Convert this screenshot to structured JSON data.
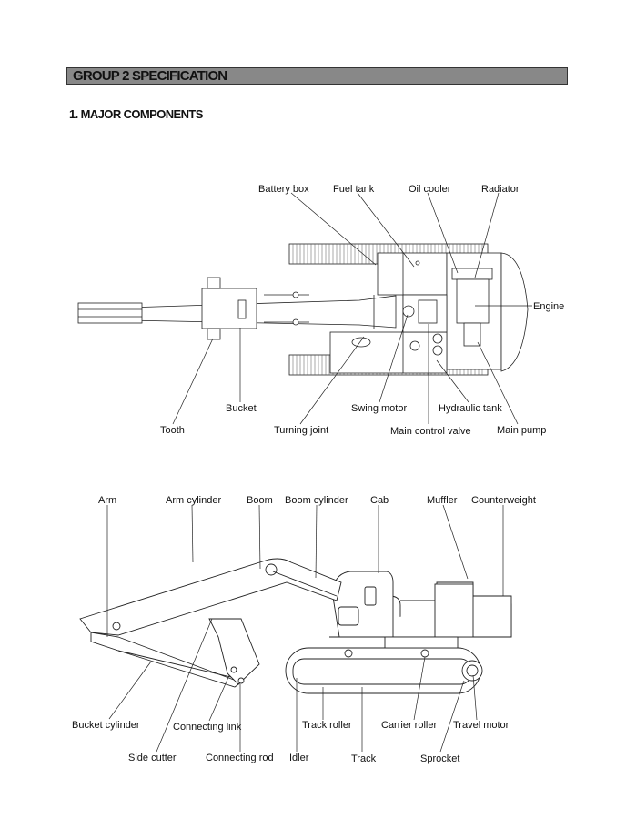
{
  "header": {
    "title": "GROUP 2 SPECIFICATION"
  },
  "section": {
    "title": "1. MAJOR COMPONENTS"
  },
  "top_view": {
    "labels": {
      "battery_box": "Battery box",
      "fuel_tank": "Fuel tank",
      "oil_cooler": "Oil cooler",
      "radiator": "Radiator",
      "engine": "Engine",
      "bucket": "Bucket",
      "tooth": "Tooth",
      "turning_joint": "Turning joint",
      "swing_motor": "Swing motor",
      "main_control_valve": "Main control valve",
      "hydraulic_tank": "Hydraulic tank",
      "main_pump": "Main pump"
    }
  },
  "side_view": {
    "labels": {
      "arm": "Arm",
      "arm_cylinder": "Arm cylinder",
      "boom": "Boom",
      "boom_cylinder": "Boom cylinder",
      "cab": "Cab",
      "muffler": "Muffler",
      "counterweight": "Counterweight",
      "bucket_cylinder": "Bucket cylinder",
      "connecting_link": "Connecting link",
      "side_cutter": "Side cutter",
      "connecting_rod": "Connecting rod",
      "idler": "Idler",
      "track_roller": "Track roller",
      "track": "Track",
      "carrier_roller": "Carrier roller",
      "sprocket": "Sprocket",
      "travel_motor": "Travel motor"
    }
  }
}
